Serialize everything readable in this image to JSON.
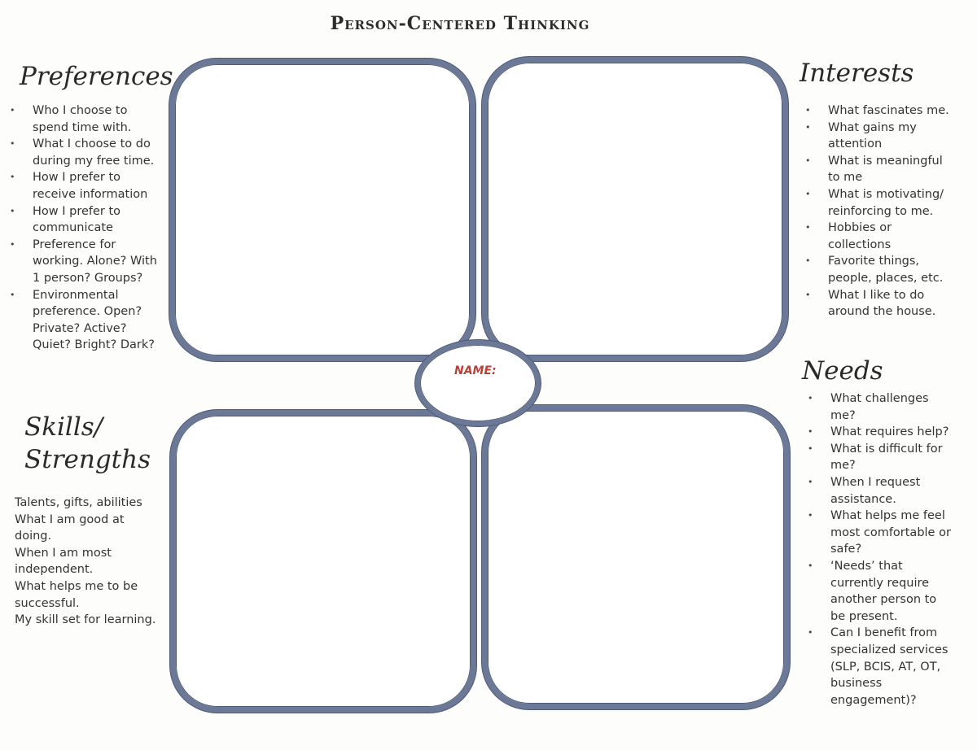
{
  "title": "Person-Centered Thinking",
  "name_label": "NAME:",
  "preferences": {
    "heading": "Preferences",
    "items": [
      [
        "Who I choose to",
        "spend time with."
      ],
      [
        "What I choose to do",
        "during my free time."
      ],
      [
        "How I prefer to",
        "receive information"
      ],
      [
        "How I prefer to",
        "communicate"
      ],
      [
        "Preference for",
        "working. Alone? With",
        "1 person? Groups?"
      ],
      [
        "Environmental",
        "preference. Open?",
        "Private? Active?",
        "Quiet? Bright? Dark?"
      ]
    ]
  },
  "interests": {
    "heading": "Interests",
    "items": [
      [
        "What fascinates me."
      ],
      [
        "What gains my",
        "attention"
      ],
      [
        "What is meaningful",
        "to me"
      ],
      [
        "What is motivating/",
        "reinforcing to me."
      ],
      [
        "Hobbies or",
        "collections"
      ],
      [
        "Favorite things,",
        "people, places, etc."
      ],
      [
        "What I like to do",
        "around the house."
      ]
    ]
  },
  "skills": {
    "heading_line1": "Skills/",
    "heading_line2": "Strengths",
    "lines": [
      "Talents, gifts, abilities",
      "What I am good at",
      "doing.",
      "When I am most",
      "independent.",
      "What helps me to be",
      "successful.",
      "My skill set for learning."
    ]
  },
  "needs": {
    "heading": "Needs",
    "items": [
      [
        "What challenges",
        "me?"
      ],
      [
        "What requires help?"
      ],
      [
        "What is difficult for",
        "me?"
      ],
      [
        "When I request",
        "assistance."
      ],
      [
        "What helps me feel",
        "most comfortable or",
        "safe?"
      ],
      [
        "‘Needs’ that",
        "currently require",
        "another person to",
        "be present."
      ],
      [
        "Can I benefit from",
        "specialized services",
        "(SLP, BCIS, AT, OT,",
        "business",
        "engagement)?"
      ]
    ]
  }
}
